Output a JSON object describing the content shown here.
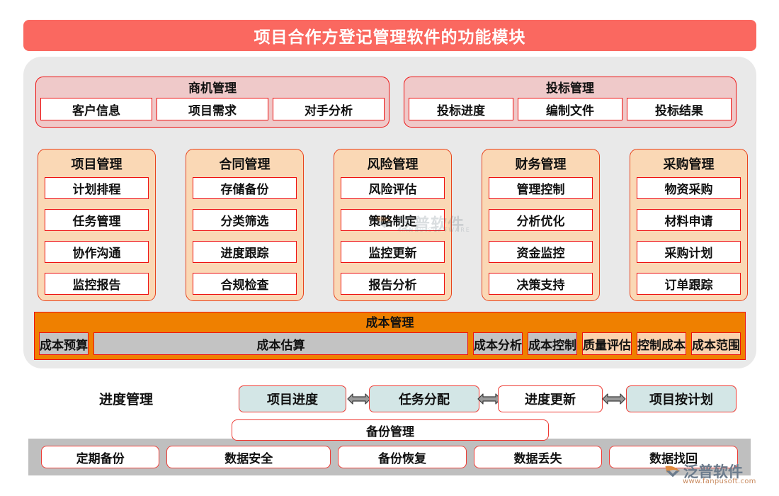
{
  "header": {
    "title": "项目合作方登记管理软件的功能模块",
    "bar_color": "#FA6860"
  },
  "top_groups": [
    {
      "title": "商机管理",
      "items": [
        "客户信息",
        "项目需求",
        "对手分析"
      ]
    },
    {
      "title": "投标管理",
      "items": [
        "投标进度",
        "编制文件",
        "投标结果"
      ]
    }
  ],
  "columns": [
    {
      "title": "项目管理",
      "items": [
        "计划排程",
        "任务管理",
        "协作沟通",
        "监控报告"
      ]
    },
    {
      "title": "合同管理",
      "items": [
        "存储备份",
        "分类筛选",
        "进度跟踪",
        "合规检查"
      ]
    },
    {
      "title": "风险管理",
      "items": [
        "风险评估",
        "策略制定",
        "监控更新",
        "报告分析"
      ]
    },
    {
      "title": "财务管理",
      "items": [
        "管理控制",
        "分析优化",
        "资金监控",
        "决策支持"
      ]
    },
    {
      "title": "采购管理",
      "items": [
        "物资采购",
        "材料申请",
        "采购计划",
        "订单跟踪"
      ]
    }
  ],
  "cost": {
    "title": "成本管理",
    "bar_color": "#EF8000",
    "items": [
      {
        "label": "成本预算",
        "style": "gray"
      },
      {
        "label": "成本估算",
        "style": "gray"
      },
      {
        "label": "成本分析",
        "style": "gray"
      },
      {
        "label": "成本控制",
        "style": "gray"
      },
      {
        "label": "质量评估",
        "style": "peach"
      },
      {
        "label": "控制成本",
        "style": "peach"
      },
      {
        "label": "成本范围",
        "style": "peach"
      }
    ]
  },
  "schedule": {
    "label": "进度管理",
    "boxes": [
      {
        "label": "项目进度",
        "style": "teal"
      },
      {
        "label": "任务分配",
        "style": "teal"
      },
      {
        "label": "进度更新",
        "style": "white"
      },
      {
        "label": "项目按计划",
        "style": "teal"
      }
    ],
    "arrow_icon": "double-arrow-icon"
  },
  "backup": {
    "title": "备份管理",
    "items": [
      "定期备份",
      "数据安全",
      "备份恢复",
      "数据丢失",
      "数据找回"
    ]
  },
  "watermark": {
    "brand": "泛普软件",
    "brand_en": "FANPU SOFTWARE",
    "url": "www.fanpusoft.com"
  }
}
